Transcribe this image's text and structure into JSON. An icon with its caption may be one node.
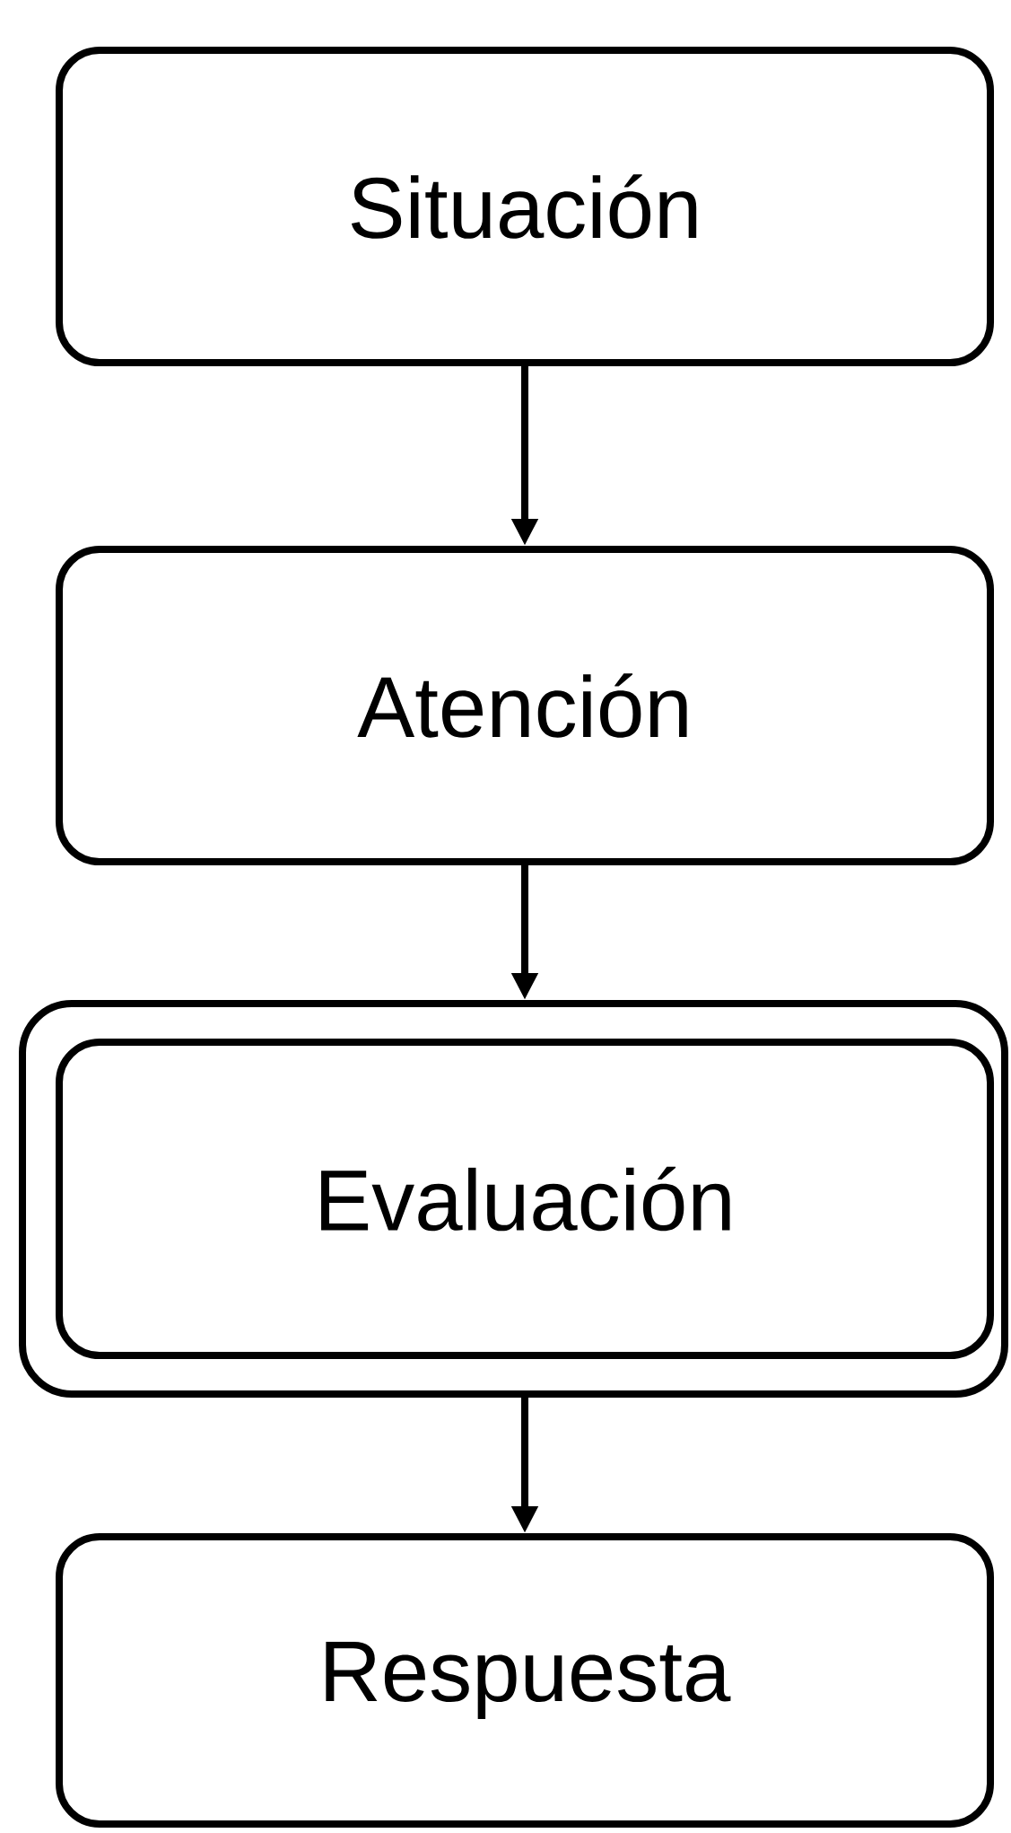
{
  "diagram": {
    "nodes": [
      {
        "text": [
          "Situación"
        ]
      },
      {
        "text": [
          "Atención"
        ]
      },
      {
        "text": [],
        "shape": "box"
      },
      {
        "text": [
          "Evaluación"
        ],
        "in": 2
      },
      {
        "text": [
          "Respuesta"
        ]
      }
    ],
    "edges": [
      {
        "from": 0,
        "to": 1,
        "arrow": "to"
      },
      {
        "from": 1,
        "to": 2,
        "arrow": "to"
      },
      {
        "from": 2,
        "to": 4,
        "arrow": "to"
      }
    ]
  }
}
